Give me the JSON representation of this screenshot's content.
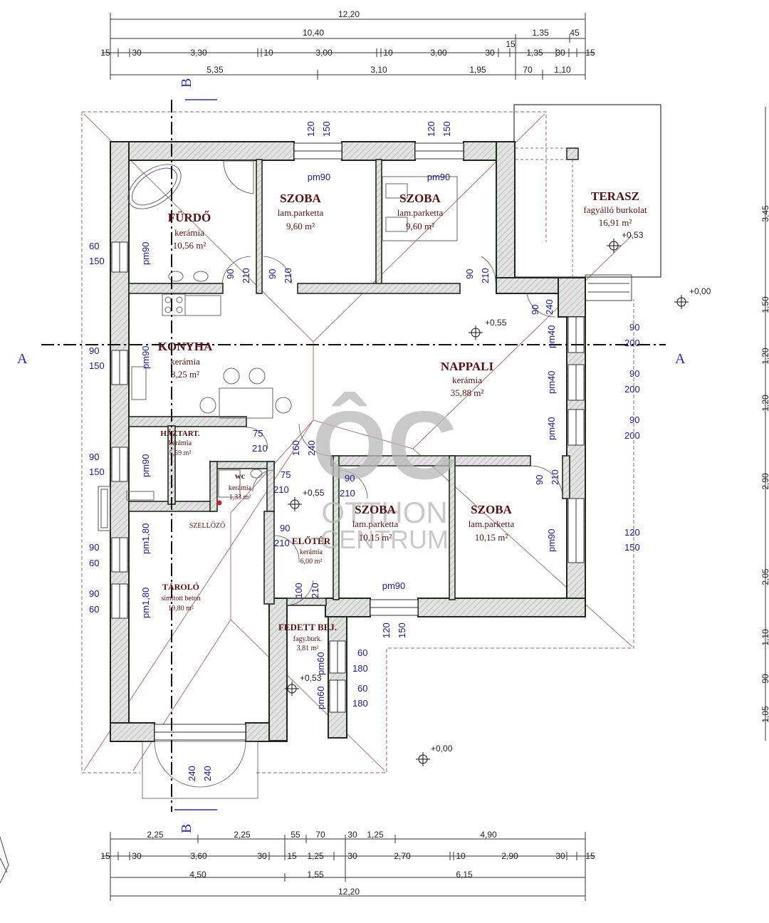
{
  "dimensions": {
    "top_overall": "12,20",
    "top_row2": [
      "10,40",
      "1,35",
      "45"
    ],
    "top_row3": [
      "15",
      "30",
      "3,30",
      "10",
      "3,00",
      "10",
      "3,00",
      "30",
      "15",
      "1,35",
      "30",
      "15"
    ],
    "top_row4": [
      "5,35",
      "3,10",
      "1,95",
      "70",
      "1,10"
    ],
    "bottom_row1": [
      "2,25",
      "2,25",
      "55",
      "70",
      "30",
      "1,25",
      "4,90"
    ],
    "bottom_row2": [
      "15",
      "30",
      "3,60",
      "30",
      "15",
      "1,25",
      "30",
      "2,70",
      "10",
      "2,90",
      "30",
      "15"
    ],
    "bottom_row3": [
      "4,50",
      "1,55",
      "6,15"
    ],
    "bottom_overall": "12,20",
    "right_partial": [
      "3,45",
      "1,50",
      "1,20",
      "1,20",
      "2,90",
      "2,05",
      "1,10",
      "90",
      "1,05"
    ]
  },
  "axes": {
    "a_left": "A",
    "a_right": "A",
    "b_top": "B",
    "b_bottom": "B"
  },
  "rooms": [
    {
      "id": "furdo",
      "name": "FÜRDŐ",
      "floor": "kerámia",
      "area": "10,56 m²"
    },
    {
      "id": "szoba1",
      "name": "SZOBA",
      "floor": "lam.parketta",
      "area": "9,60 m²"
    },
    {
      "id": "szoba2",
      "name": "SZOBA",
      "floor": "lam.parketta",
      "area": "9,60 m²"
    },
    {
      "id": "terasz",
      "name": "TERASZ",
      "floor": "fagyálló burkolat",
      "area": "16,91 m²"
    },
    {
      "id": "konyha",
      "name": "KONYHA",
      "floor": "kerámia",
      "area": "8,25 m²"
    },
    {
      "id": "nappali",
      "name": "NAPPALI",
      "floor": "kerámia",
      "area": "35,88 m²"
    },
    {
      "id": "haztart",
      "name": "HÁZTART.",
      "floor": "kerámia",
      "area": "5,59 m²"
    },
    {
      "id": "wc",
      "name": "wc",
      "floor": "kerámia",
      "area": "1,33 m²"
    },
    {
      "id": "szoba3",
      "name": "SZOBA",
      "floor": "lam.parketta",
      "area": "10,15 m²"
    },
    {
      "id": "szoba4",
      "name": "SZOBA",
      "floor": "lam.parketta",
      "area": "10,15 m²"
    },
    {
      "id": "eloter",
      "name": "ELŐTÉR",
      "floor": "kerámia",
      "area": "6,00 m²"
    },
    {
      "id": "tarolo",
      "name": "TÁROLÓ",
      "floor": "simított beton",
      "area": "19,80 m²"
    },
    {
      "id": "fedett",
      "name": "FEDETT BEJ.",
      "floor": "fagy.burk.",
      "area": "3,81 m²"
    }
  ],
  "openings": {
    "w_top1": [
      "120",
      "150"
    ],
    "w_top2": [
      "120",
      "150"
    ],
    "pm_top1": "pm90",
    "pm_top2": "pm90",
    "d_szoba1": [
      "90",
      "210"
    ],
    "d_furdo": [
      "90",
      "210"
    ],
    "d_szoba2": [
      "90",
      "210"
    ],
    "w_left1": [
      "60",
      "150"
    ],
    "pm_left1": "pm90",
    "w_left2": [
      "90",
      "150"
    ],
    "pm_left2": "pm90",
    "w_left3": [
      "90",
      "150"
    ],
    "pm_left3": "pm90",
    "w_left4": [
      "90",
      "60"
    ],
    "pm_left4": "pm1,80",
    "w_left5": [
      "90",
      "60"
    ],
    "pm_left5": "pm1,80",
    "w_right1": [
      "90",
      "200"
    ],
    "pm_right1": "pm40",
    "w_right2": [
      "90",
      "200"
    ],
    "pm_right2": "pm40",
    "w_right3": [
      "90",
      "200"
    ],
    "pm_right3": "pm40",
    "w_right4": [
      "120",
      "150"
    ],
    "pm_right4": "pm90",
    "d_terasz": [
      "90",
      "240"
    ],
    "d_haztart": [
      "75",
      "210"
    ],
    "d_wc": [
      "75",
      "210"
    ],
    "d_nappali": [
      "160",
      "240"
    ],
    "d_szoba3": [
      "90",
      "210"
    ],
    "d_szoba4": [
      "90",
      "210"
    ],
    "d_eloter": [
      "90",
      "210"
    ],
    "d_bej": [
      "100",
      "210"
    ],
    "w_bottom": [
      "120",
      "150"
    ],
    "pm_bottom": "pm90",
    "w_fedett1": [
      "60",
      "180"
    ],
    "w_fedett2": [
      "60",
      "180"
    ],
    "pm_fedett1": "pm60",
    "pm_fedett2": "pm60",
    "d_tarolo": [
      "240",
      "240"
    ],
    "szellozo": "SZELLŐZŐ"
  },
  "levels": {
    "terasz": "+0,53",
    "outside_right": "+0,00",
    "nappali": "+0,55",
    "wc": "+0,55",
    "fedett": "+0,53",
    "outside_bottom": "+0,00"
  },
  "watermark": {
    "logo": "ÔC",
    "line1": "OTTHON",
    "line2": "CENTRUM"
  },
  "colors": {
    "wall": "#1f2a1f",
    "wall_fill": "#d4d4d4",
    "room_text": "#5a1010",
    "blue_text": "#1a1a9a",
    "roof_line": "#a06060"
  }
}
